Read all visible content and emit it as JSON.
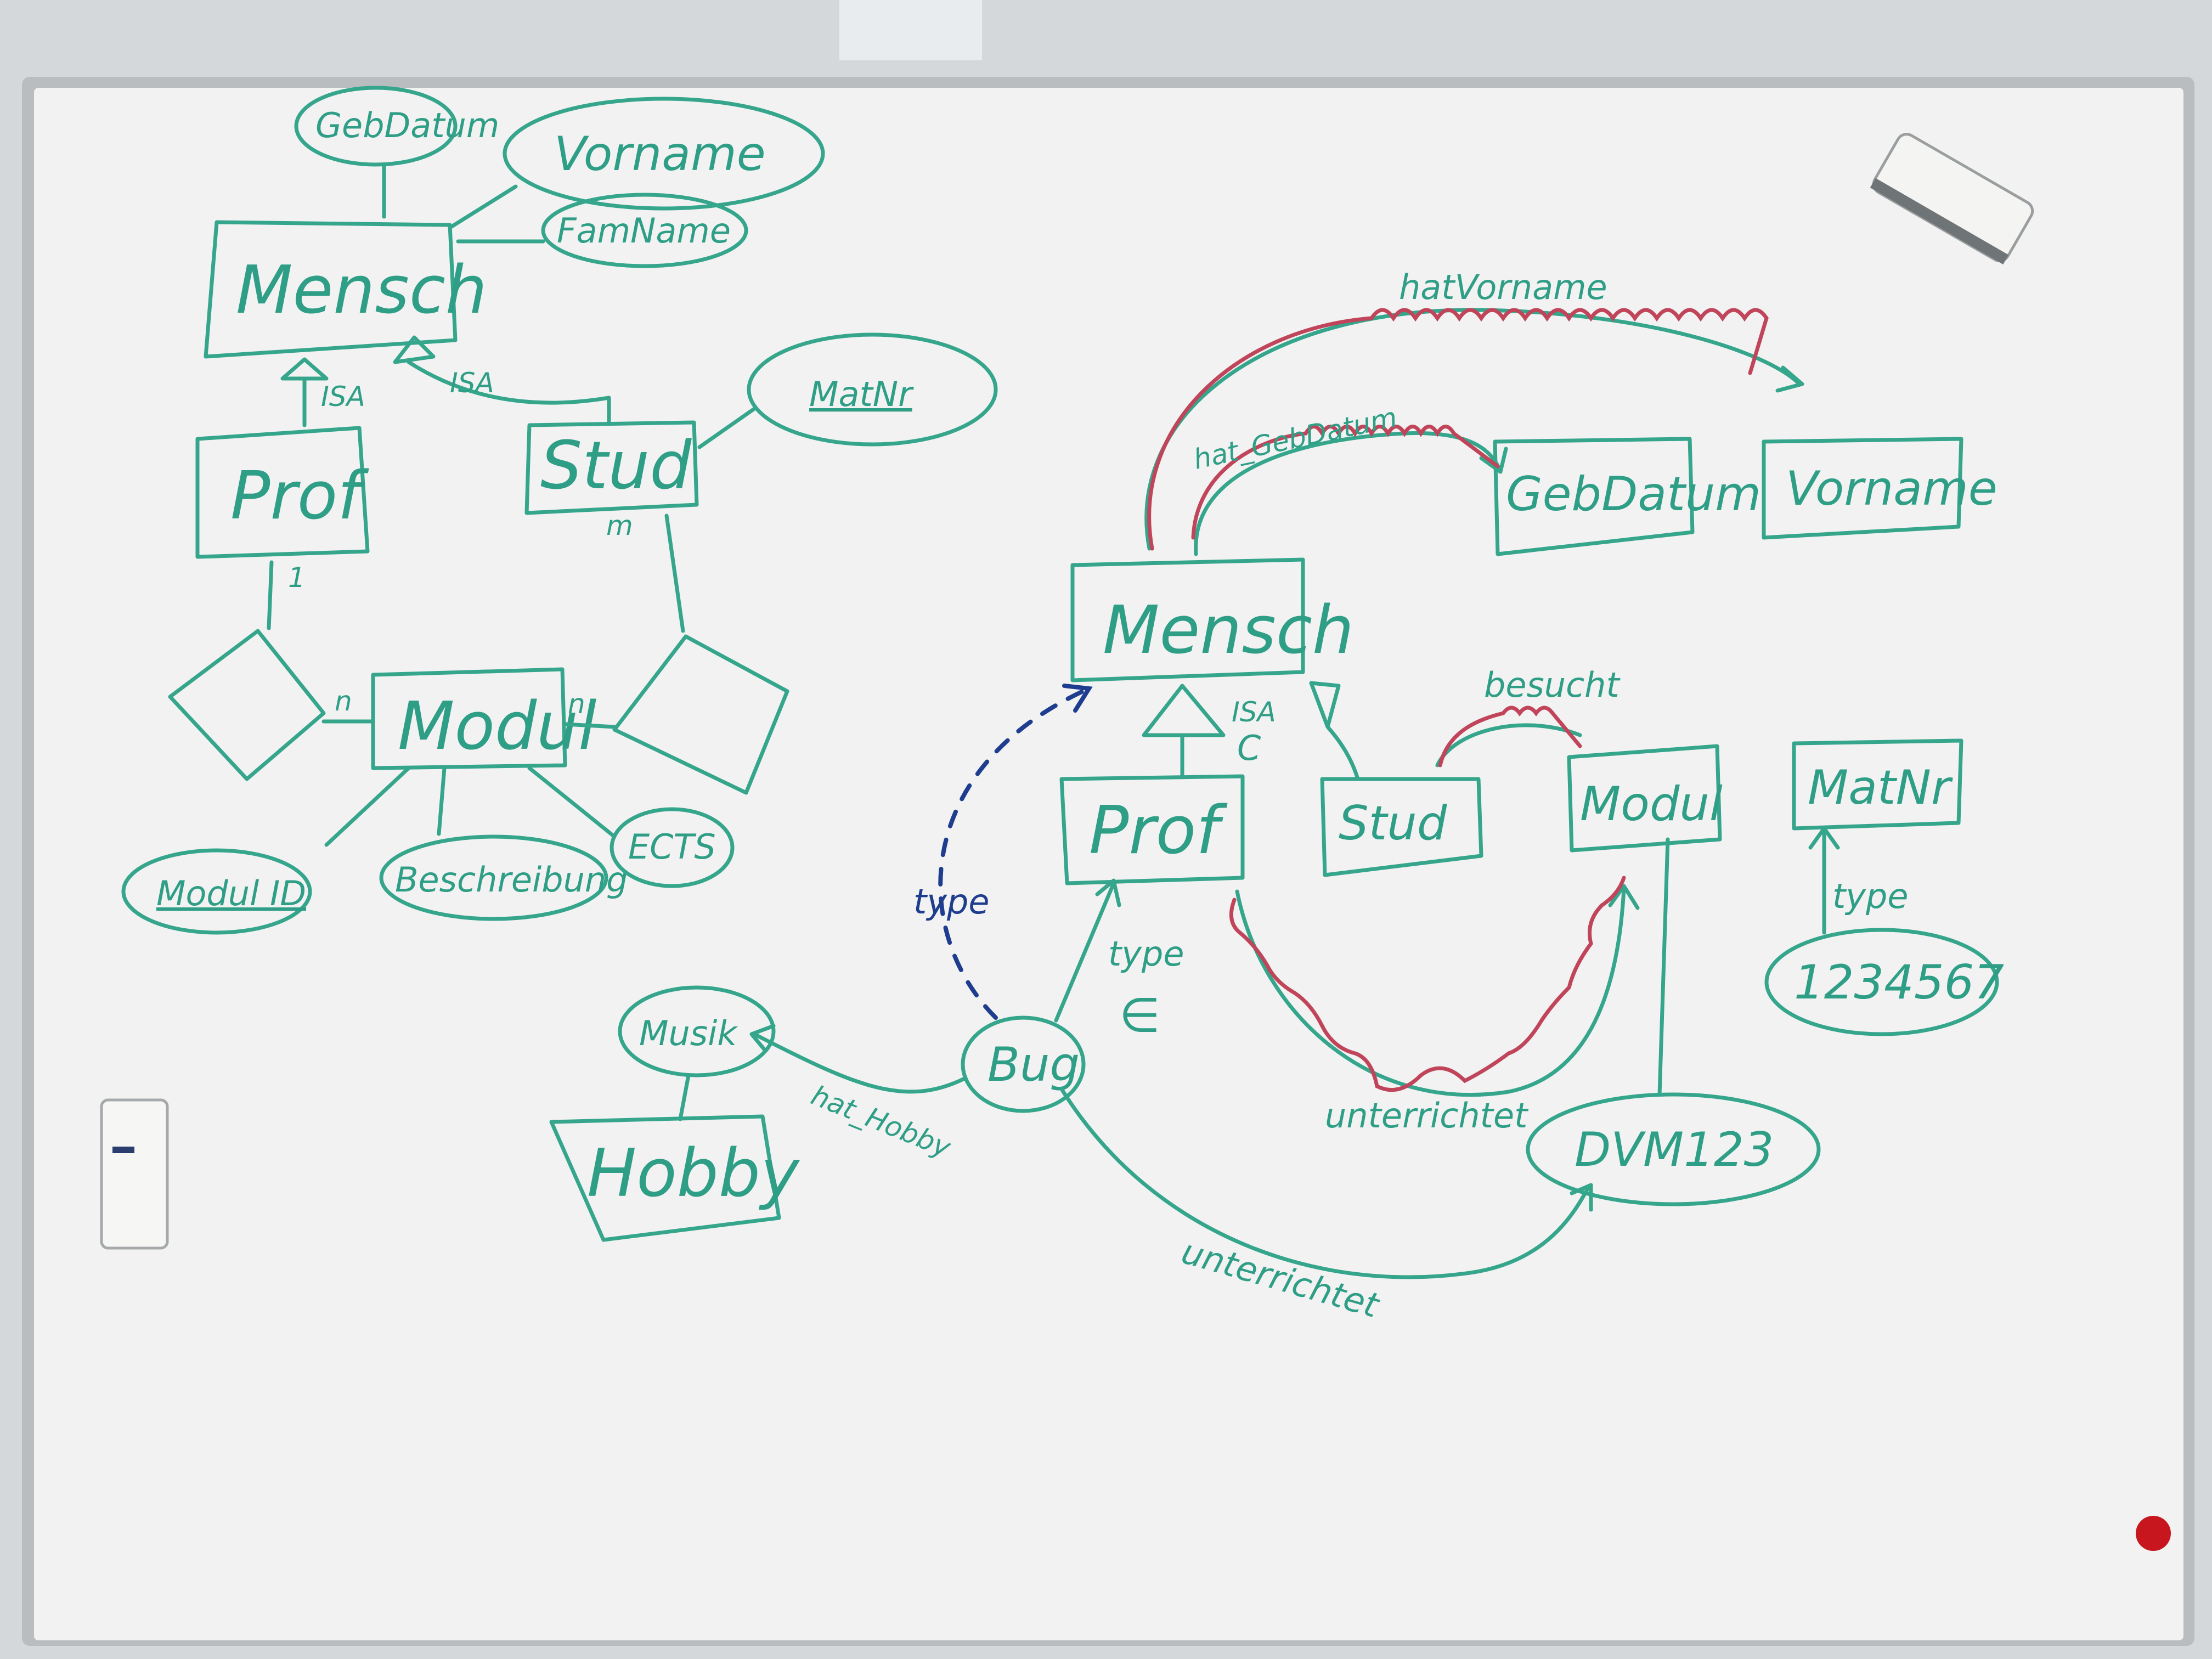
{
  "board": {
    "surface_color": "#f1f2f1",
    "frame_color": "#b9bdc0",
    "ink_green": "#35a58c",
    "ink_red": "#c0455a",
    "ink_blue": "#1f3d8f",
    "magnet_color": "#c8161e"
  },
  "er_diagram": {
    "entity_mensch": "Mensch",
    "entity_prof": "Prof",
    "entity_stud": "Stud",
    "entity_modul": "Modul",
    "attr_gebdatum": "GebDatum",
    "attr_vorname": "Vorname",
    "attr_famname": "FamName",
    "attr_matnr": "MatNr",
    "attr_modulid": "Modul ID",
    "attr_beschreibung": "Beschreibung",
    "attr_ects": "ECTS",
    "isa_left": "ISA",
    "isa_right": "ISA",
    "card_prof": "1",
    "card_stud": "m",
    "card_modul_left": "n",
    "card_modul_right": "n"
  },
  "rdf_diagram": {
    "class_mensch": "Mensch",
    "class_prof": "Prof",
    "class_stud": "Stud",
    "class_modul": "Modul",
    "class_gebdatum": "GebDatum",
    "class_vorname": "Vorname",
    "class_matnr": "MatNr",
    "class_hobby": "Hobby",
    "inst_bug": "Bug",
    "inst_musik": "Musik",
    "inst_dvm": "DVM123",
    "inst_number": "1234567",
    "prop_hatvorname": "hatVorname",
    "prop_hatgebdatum": "hat_GebDatum",
    "prop_besucht": "besucht",
    "prop_unterrichtet_upper": "unterrichtet",
    "prop_unterrichtet_lower": "unterrichtet",
    "prop_hathobby": "hat_Hobby",
    "prop_type_blue": "type",
    "prop_type_prof": "type",
    "prop_type_matnr": "type",
    "isa_rdf": "ISA",
    "subset_c": "C",
    "element_e": "∈"
  }
}
